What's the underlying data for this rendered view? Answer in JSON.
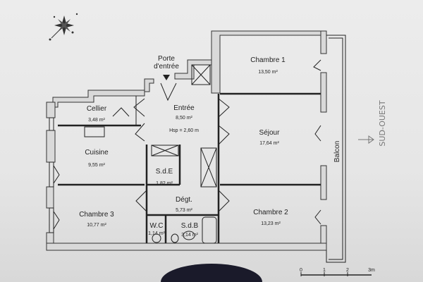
{
  "plan": {
    "entrance_label": [
      "Porte",
      "d'entrée"
    ],
    "rooms": [
      {
        "name": "Chambre 1",
        "area": "13,50 m²"
      },
      {
        "name": "Entrée",
        "area": "8,50 m²",
        "note": "Hsp = 2,60 m"
      },
      {
        "name": "Cellier",
        "area": "3,48 m²"
      },
      {
        "name": "Séjour",
        "area": "17,64 m²"
      },
      {
        "name": "Cuisine",
        "area": "9,55 m²"
      },
      {
        "name": "S.d.E",
        "area": "1,82 m²"
      },
      {
        "name": "Dégt.",
        "area": "5,73 m²"
      },
      {
        "name": "Chambre 3",
        "area": "10,77 m²"
      },
      {
        "name": "Chambre 2",
        "area": "13,23 m²"
      },
      {
        "name": "W.C",
        "area": "1,14 m²"
      },
      {
        "name": "S.d.B",
        "area": "3,14 m²"
      },
      {
        "name": "Balcon"
      }
    ],
    "orientation_note": "SUD-OUEST",
    "scale": {
      "ticks": [
        "0",
        "1",
        "2",
        "3m"
      ]
    },
    "compass_icon": "compass-rose-icon"
  }
}
